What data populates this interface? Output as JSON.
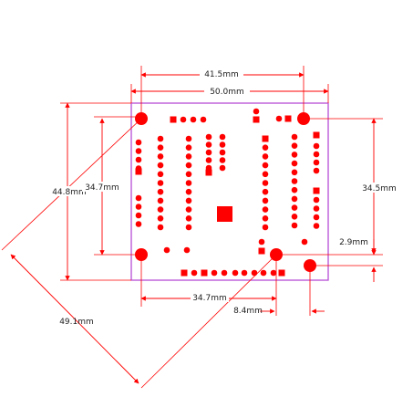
{
  "colors": {
    "board_outline": "#b64fd6",
    "pad": "#ff0000",
    "dimension_line": "#ff0000",
    "text": "#222222",
    "background": "#ffffff"
  },
  "dimensions": {
    "top_hole_spacing": "41.5mm",
    "board_width": "50.0mm",
    "board_height": "44.8mm",
    "left_hole_spacing": "34.7mm",
    "right_hole_spacing": "34.5mm",
    "bottom_hole_spacing": "34.7mm",
    "diagonal": "49.1mm",
    "side_hole_offset": "2.9mm",
    "bottom_hole_offset": "8.4mm"
  }
}
